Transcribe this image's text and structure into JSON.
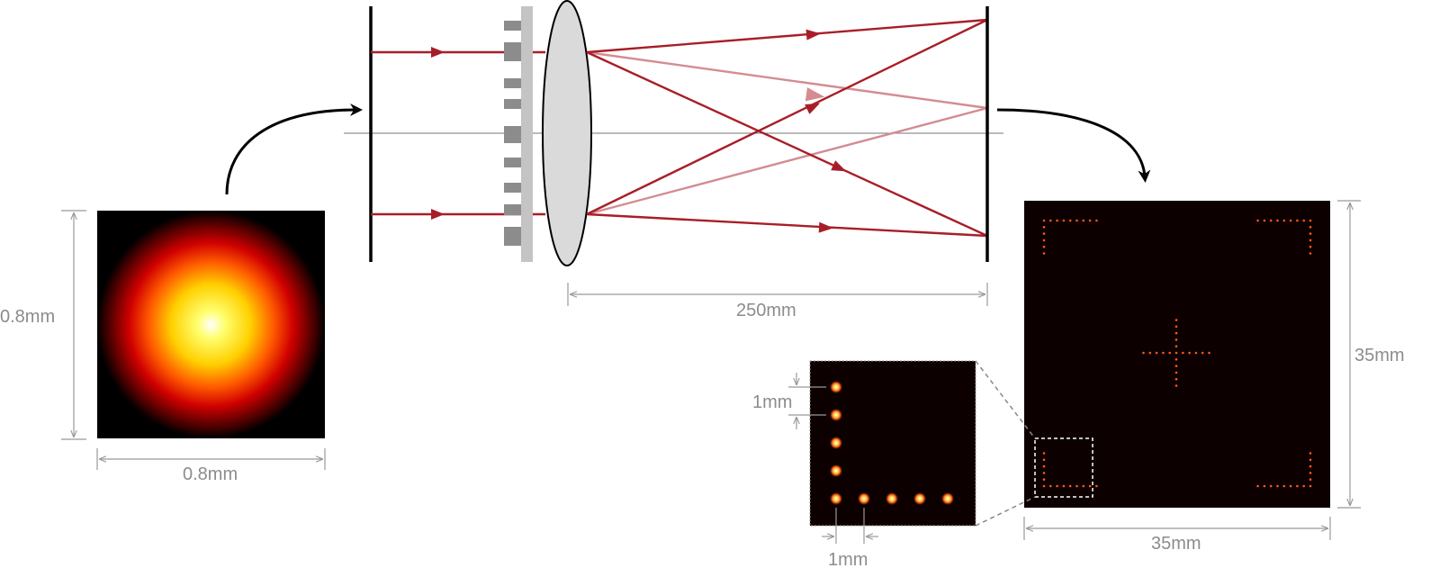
{
  "labels": {
    "input_height": "0.8mm",
    "input_width": "0.8mm",
    "focal_distance": "250mm",
    "inset_spacing_vertical": "1mm",
    "inset_spacing_horizontal": "1mm",
    "output_height": "35mm",
    "output_width": "35mm"
  },
  "colors": {
    "ray": "#a81e28",
    "ray_faint": "#d48c90",
    "plane": "#000000",
    "dimension": "#999999",
    "hologram_block": "#8c8c8c",
    "hologram_substrate": "#c4c4c4",
    "lens_fill": "#dadada",
    "image_background": "#0d0000",
    "spot": "#ff5a14"
  },
  "icons": {
    "curved_arrow_in": "curved-arrow-icon",
    "curved_arrow_out": "curved-arrow-icon"
  }
}
